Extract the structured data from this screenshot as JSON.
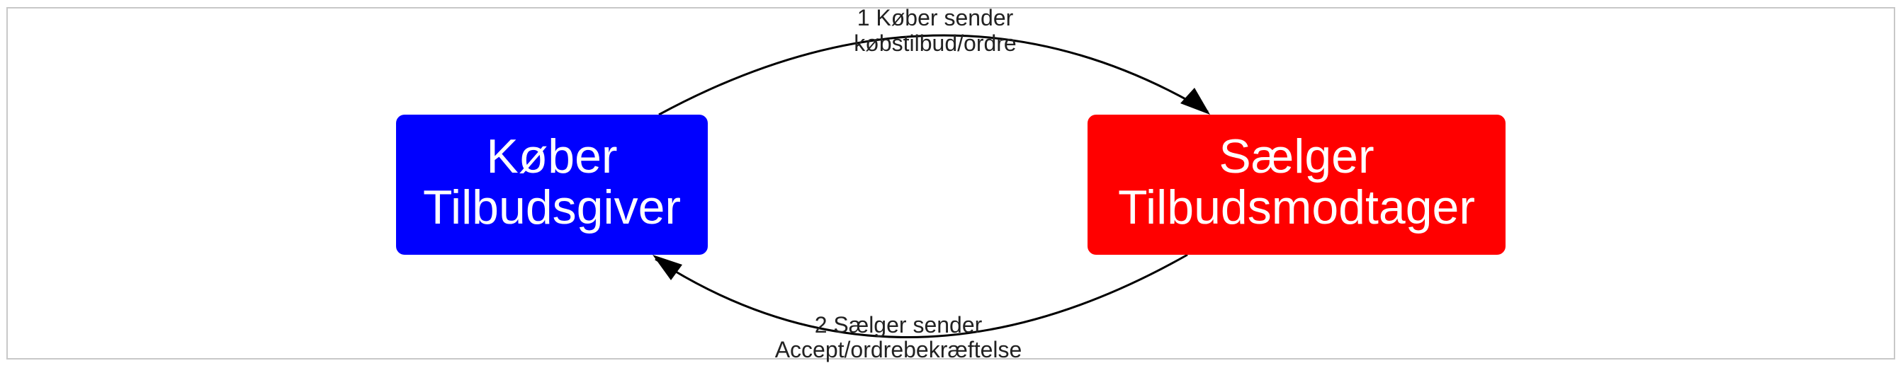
{
  "nodes": {
    "buyer": {
      "line1": "Køber",
      "line2": "Tilbudsgiver",
      "color": "#0000ff"
    },
    "seller": {
      "line1": "Sælger",
      "line2": "Tilbudsmodtager",
      "color": "#ff0000"
    }
  },
  "edges": {
    "offer": {
      "line1": "1 Køber sender",
      "line2": "købstilbud/ordre"
    },
    "confirmation": {
      "line1": "2 Sælger sender",
      "line2": "Accept/ordrebekræftelse"
    }
  },
  "colors": {
    "edge": "#000000",
    "text": "#222222",
    "frame": "#c8c8c8"
  }
}
